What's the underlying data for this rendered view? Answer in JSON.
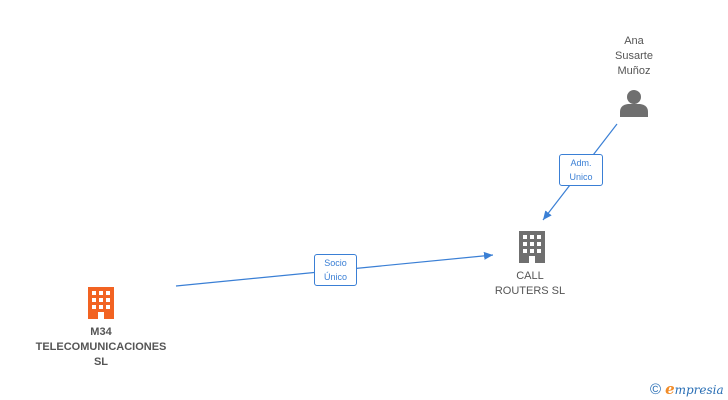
{
  "nodes": {
    "person": {
      "label": "Ana\nSusarte\nMuñoz"
    },
    "call_routers": {
      "label": "CALL\nROUTERS SL"
    },
    "m34": {
      "label": "M34\nTELECOMUNICACIONES\nSL"
    }
  },
  "edges": {
    "adm": {
      "label": "Adm.\nUnico"
    },
    "socio": {
      "label": "Socio\nÚnico"
    }
  },
  "colors": {
    "edge": "#3a7fd5",
    "company_highlight": "#f26322",
    "company": "#6f6f6f",
    "person": "#6f6f6f"
  },
  "brand": {
    "copyright_symbol": "©",
    "logo_initial": "e",
    "logo_rest": "mpresia"
  }
}
